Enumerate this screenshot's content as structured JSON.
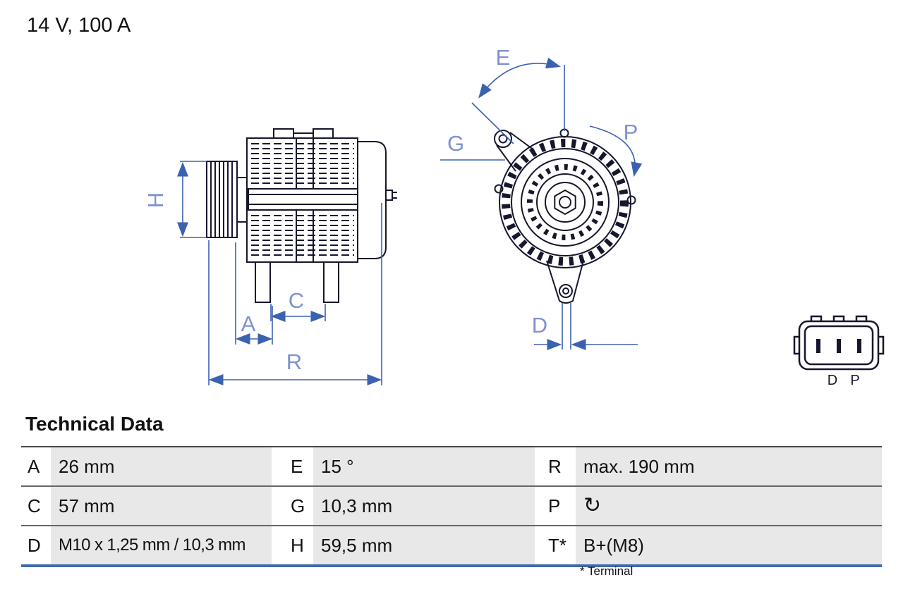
{
  "header": {
    "rating": "14 V, 100 A"
  },
  "diagram": {
    "dim_labels": {
      "H": "H",
      "A": "A",
      "C": "C",
      "R": "R",
      "E": "E",
      "G": "G",
      "P": "P",
      "D": "D"
    },
    "connector": {
      "label_d": "D",
      "label_p": "P"
    },
    "views": [
      "alternator-side-view",
      "alternator-front-view",
      "plug-connector"
    ]
  },
  "technical_data": {
    "title": "Technical Data",
    "rows": [
      {
        "c1": {
          "key": "A",
          "value": "26 mm"
        },
        "c2": {
          "key": "E",
          "value": "15 °"
        },
        "c3": {
          "key": "R",
          "value": "max. 190 mm"
        }
      },
      {
        "c1": {
          "key": "C",
          "value": "57 mm"
        },
        "c2": {
          "key": "G",
          "value": "10,3 mm"
        },
        "c3": {
          "key": "P",
          "value": "↻",
          "icon": "rotation-direction"
        }
      },
      {
        "c1": {
          "key": "D",
          "value": "M10 x 1,25 mm / 10,3 mm"
        },
        "c2": {
          "key": "H",
          "value": "59,5 mm"
        },
        "c3": {
          "key": "T*",
          "value": "B+(M8)"
        }
      }
    ],
    "footnote": "* Terminal"
  },
  "colors": {
    "dimension_blue": "#3B62B0",
    "label_blue": "#7E92CF",
    "line_dark": "#16162D",
    "cell_gray": "#E8E8E8",
    "bottom_rule_blue": "#3F69B1"
  }
}
